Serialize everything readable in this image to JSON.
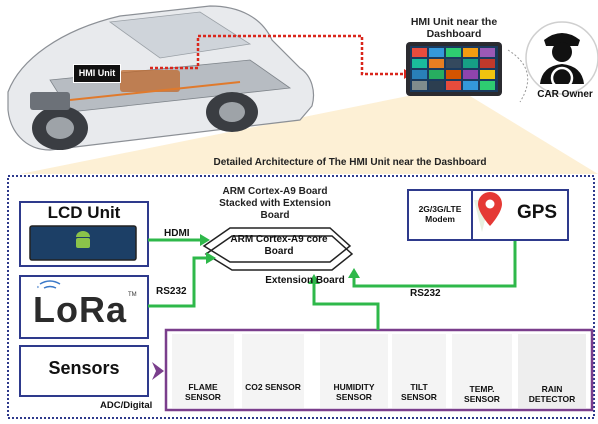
{
  "top": {
    "hmi_car_label": "HMI Unit",
    "hmi_dashboard_title": "HMI Unit near the Dashboard",
    "owner_label": "CAR Owner"
  },
  "architecture": {
    "title": "Detailed Architecture of The HMI Unit near the Dashboard",
    "arm_board_title": "ARM Cortex-A9 Board Stacked with Extension Board",
    "core_board_label": "ARM Cortex-A9 core Board",
    "extension_board_label": "Extension Board",
    "lcd_unit_label": "LCD Unit",
    "lora_label": "LoRa",
    "lora_tm": "TM",
    "sensors_label": "Sensors",
    "modem_label": "2G/3G/LTE Modem",
    "gps_label": "GPS",
    "link_hdmi": "HDMI",
    "link_rs232_lora": "RS232",
    "link_rs232_gps": "RS232",
    "link_adc": "ADC/Digital"
  },
  "sensors": [
    {
      "name": "FLAME SENSOR",
      "icon": "flame-icon"
    },
    {
      "name": "CO2 SENSOR",
      "icon": "co2-icon"
    },
    {
      "name": "HUMIDITY SENSOR",
      "icon": "humidity-icon"
    },
    {
      "name": "TILT SENSOR",
      "icon": "tilt-icon"
    },
    {
      "name": "TEMP. SENSOR",
      "icon": "thermometer-icon"
    },
    {
      "name": "RAIN DETECTOR",
      "icon": "rain-detector-icon"
    }
  ],
  "colors": {
    "red_link": "#d9261c",
    "green_link": "#2eb84a",
    "panel_border": "#2e3a8c",
    "sensor_panel_border": "#7a3e8c",
    "highlight_fill": "#fdf0d5"
  }
}
